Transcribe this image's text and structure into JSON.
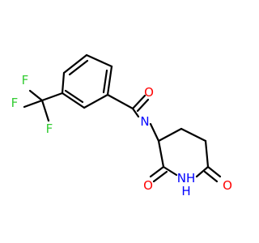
{
  "colors": {
    "bond": "#000000",
    "oxygen": "#ff0000",
    "nitrogen": "#0000ff",
    "fluorine": "#33cc33"
  },
  "atoms": {
    "o_amide": "O",
    "n_amide": "N",
    "nh_ring": "NH",
    "h_ring": "H",
    "o_left": "O",
    "o_right": "O",
    "f1": "F",
    "f2": "F",
    "f3": "F"
  }
}
